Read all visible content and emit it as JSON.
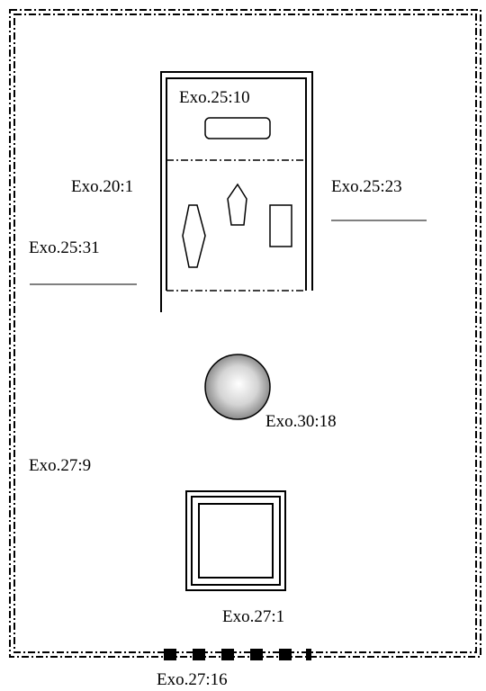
{
  "colors": {
    "line": "#000000",
    "background": "#ffffff",
    "laver_highlight": "#ffffff",
    "laver_mid": "#d4d4d4",
    "laver_shadow": "#7a7a7a"
  },
  "labels": {
    "ark_ref": "Exo.25:10",
    "veil_ref": "Exo.20:1",
    "table_ref": "Exo.25:23",
    "lampstand_ref": "Exo.25:31",
    "laver_ref": "Exo.30:18",
    "court_ref": "Exo.27:9",
    "altar_ref": "Exo.27:1",
    "gate_ref": "Exo.27:16"
  }
}
